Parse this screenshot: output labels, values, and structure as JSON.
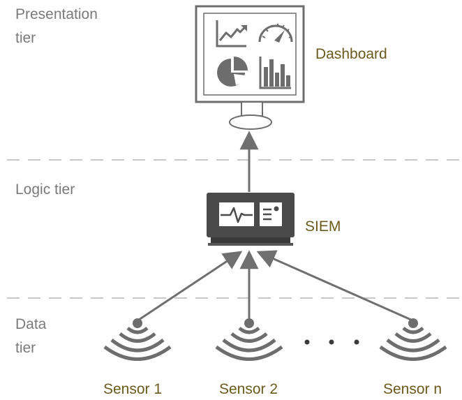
{
  "tiers": {
    "presentation": {
      "line1": "Presentation",
      "line2": "tier"
    },
    "logic": {
      "line1": "Logic tier"
    },
    "data": {
      "line1": "Data",
      "line2": "tier"
    }
  },
  "nodes": {
    "dashboard": {
      "label": "Dashboard"
    },
    "siem": {
      "label": "SIEM"
    }
  },
  "sensors": [
    {
      "label": "Sensor 1"
    },
    {
      "label": "Sensor 2"
    },
    {
      "label": "Sensor n"
    }
  ],
  "colors": {
    "tier_text": "#7a7a7a",
    "node_text": "#6b5a1e",
    "icon_gray": "#6d6d6d",
    "dark_box": "#4a4a4a",
    "divider": "#c8c8c8",
    "arrow": "#6f6f6f"
  }
}
